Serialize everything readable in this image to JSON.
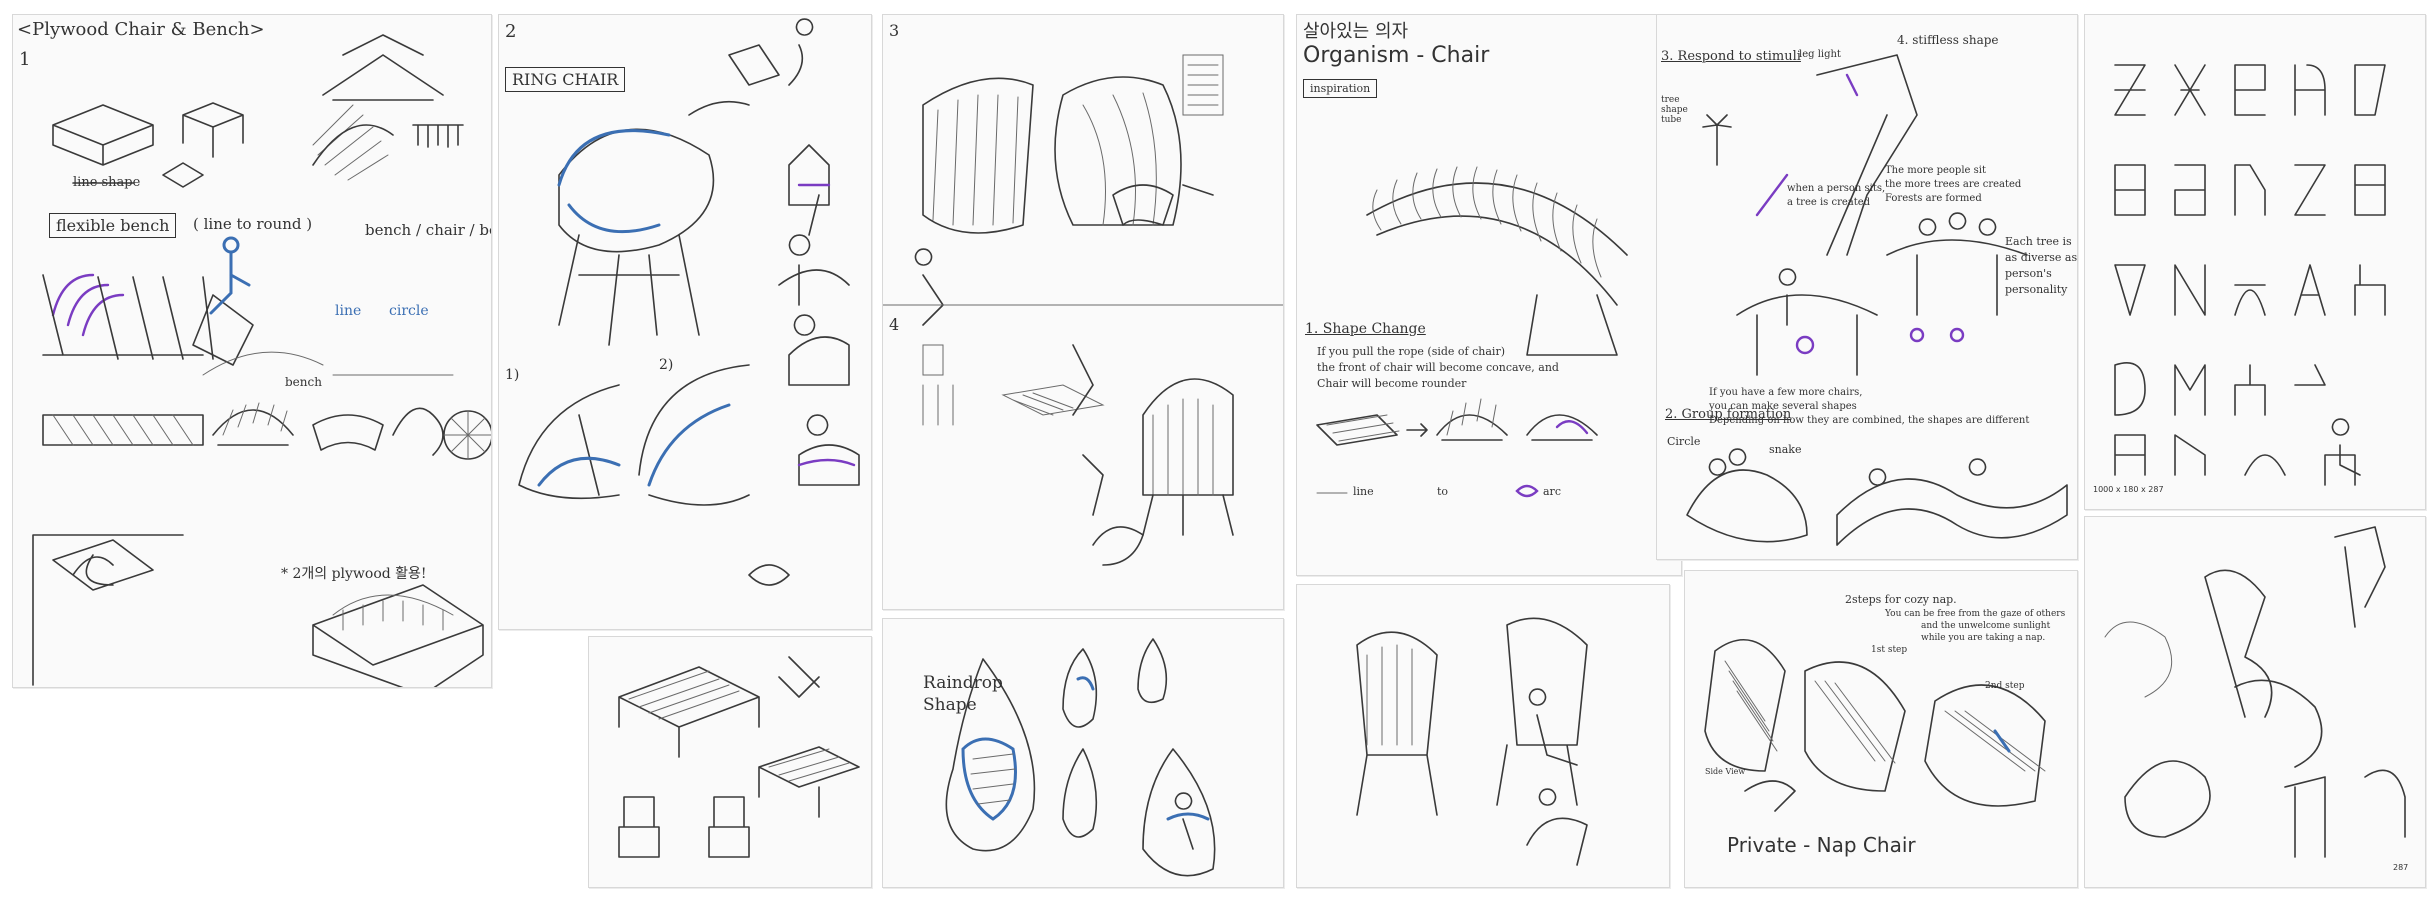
{
  "sheet1": {
    "title": "<Plywood Chair & Bench>",
    "number": "1",
    "line_shape": "line shape",
    "flexible_bench": "flexible bench",
    "line_to_round": "( line to round )",
    "bench_chair_bed": "bench / chair / bed",
    "line": "line",
    "circle": "circle",
    "bench": "bench",
    "note_2": "* 2개의 plywood 활용!"
  },
  "sheet2": {
    "number": "2",
    "ring_chair": "RING CHAIR",
    "label_1": "1)",
    "label_2": "2)"
  },
  "sheet3": {
    "number": "3",
    "number_4": "4"
  },
  "sheet5": {
    "raindrop": "Raindrop",
    "shape": "Shape"
  },
  "sheet6": {
    "korean_title": "살아있는 의자",
    "title": "Organism - Chair",
    "inspiration": "inspiration",
    "shape_change": "1. Shape Change",
    "shape_change_text_1": "If you pull the rope (side of chair)",
    "shape_change_text_2": "the front of chair will become concave, and",
    "shape_change_text_3": "Chair will become rounder",
    "line_word": "line",
    "to_word": "to",
    "arc_word": "arc",
    "respond": "3. Respond to stimuli",
    "leg_light": "leg light",
    "tree_shape_tube": "tree shape tube",
    "stiffless": "4. stiffless shape",
    "when_person": "when a person sits,",
    "tree_created": "a tree is created",
    "more_people_1": "The more people sit",
    "more_people_2": "the more trees are created",
    "more_people_3": "Forests are formed",
    "each_tree_1": "Each tree is",
    "each_tree_2": "as diverse as",
    "each_tree_3": "person's",
    "each_tree_4": "personality",
    "group": "2. Group formation",
    "group_text_1": "If you have a few more chairs,",
    "group_text_2": "you can make several shapes",
    "group_text_3": "Depending on how they are combined, the shapes are different",
    "circle": "Circle",
    "snake": "snake",
    "two_steps": "2steps for cozy nap.",
    "two_steps_1": "You can be free from the gaze of others",
    "two_steps_2": "and the unwelcome sunlight",
    "two_steps_3": "while you are taking a nap.",
    "first_step": "1st step",
    "second_step": "2nd step",
    "side_view": "Side View",
    "private_nap": "Private - Nap Chair"
  },
  "sheet8": {
    "caption": "1000 x 180 x 287"
  },
  "sheet9": {
    "sig": "287"
  }
}
